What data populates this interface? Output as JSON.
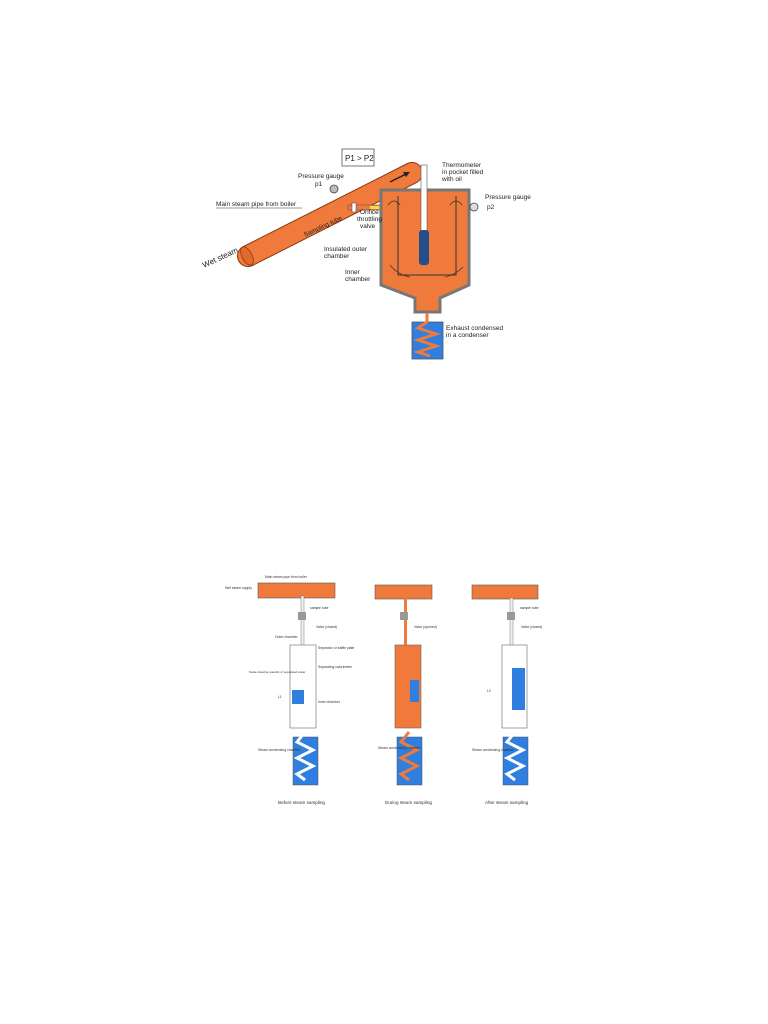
{
  "figure1": {
    "pressure_relation": "P1 > P2",
    "labels": {
      "pressure_gauge_1": "Pressure gauge",
      "p1": "p1",
      "main_pipe": "Main steam pipe from boiler",
      "wet_steam": "Wet steam",
      "sampling_tube": "Sampling tube",
      "orifice_line1": "Orifice",
      "orifice_line2": "throttling",
      "orifice_line3": "valve",
      "thermo_line1": "Thermometer",
      "thermo_line2": "in pocket filled",
      "thermo_line3": "with oil",
      "pressure_gauge_2": "Pressure gauge",
      "p2": "p2",
      "outer_line1": "Insulated outer",
      "outer_line2": "chamber",
      "inner_line1": "Inner",
      "inner_line2": "chamber",
      "exhaust_line1": "Exhaust condensed",
      "exhaust_line2": "in a condenser"
    }
  },
  "figure2": {
    "labels": {
      "main_pipe": "Main steam pipe from boiler",
      "wet_supply": "Wet steam supply",
      "sample_tube": "sample tube",
      "valve_closed": "Valve (closed)",
      "valve_opened": "Valve (opened)",
      "outer_chamber": "Outer chamber",
      "separator": "Separator or baffle plate",
      "scale": "Scale showing quantity of separated water",
      "separating": "Separating calorimeter",
      "inner_chamber": "Inner chamber",
      "l1": "L1",
      "l2": "L2",
      "condensing": "Steam condensing chamber"
    },
    "captions": [
      "Before steam sampling",
      "During steam sampling",
      "After steam sampling"
    ]
  },
  "colors": {
    "steam": "#f07a3c",
    "water": "#2f7fe0",
    "casing": "#777777"
  }
}
